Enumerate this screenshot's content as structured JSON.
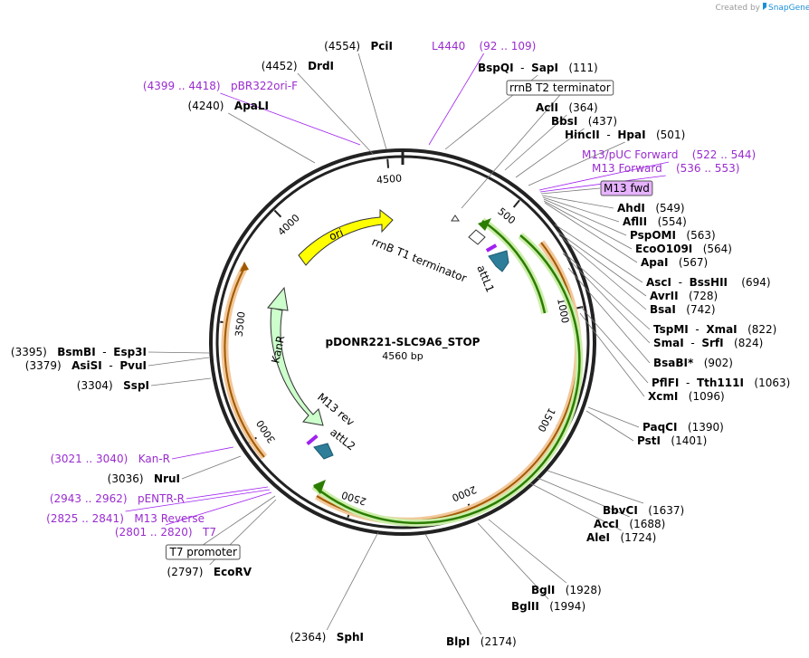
{
  "brand": {
    "created_by": "Created by",
    "name": "SnapGene",
    "accent": "#1a8fd8"
  },
  "plasmid": {
    "name": "pDONR221-SLC9A6_STOP",
    "size_label": "4560 bp",
    "size": 4560
  },
  "ruler_ticks": [
    {
      "pos": 500,
      "label": "500"
    },
    {
      "pos": 1000,
      "label": "1000"
    },
    {
      "pos": 1500,
      "label": "1500"
    },
    {
      "pos": 2000,
      "label": "2000"
    },
    {
      "pos": 2500,
      "label": "2500"
    },
    {
      "pos": 3000,
      "label": "3000"
    },
    {
      "pos": 3500,
      "label": "3500"
    },
    {
      "pos": 4000,
      "label": "4000"
    },
    {
      "pos": 4500,
      "label": "4500"
    }
  ],
  "features": [
    {
      "name": "ori",
      "color": "#ffff00"
    },
    {
      "name": "KanR",
      "color": "#ccffcc"
    },
    {
      "name": "rrnB T1 terminator",
      "color": "#ffffff"
    },
    {
      "name": "attL1",
      "color": "#2e7d99"
    },
    {
      "name": "attL2",
      "color": "#2e7d99"
    },
    {
      "name": "M13 rev",
      "color": "#a020f0"
    }
  ],
  "right_labels": [
    {
      "id": "bspqi",
      "parts": [
        {
          "t": "BspQI",
          "k": "enz"
        },
        {
          "t": "  -  "
        },
        {
          "t": "SapI",
          "k": "enz"
        },
        {
          "t": "   (111)"
        }
      ]
    },
    {
      "id": "rrnb-t2",
      "parts": [
        {
          "t": "rrnB T2 terminator",
          "k": "box"
        }
      ]
    },
    {
      "id": "acli",
      "parts": [
        {
          "t": "AclI",
          "k": "enz"
        },
        {
          "t": "   (364)"
        }
      ]
    },
    {
      "id": "bbsi",
      "parts": [
        {
          "t": "BbsI",
          "k": "enz"
        },
        {
          "t": "   (437)"
        }
      ]
    },
    {
      "id": "hincii",
      "parts": [
        {
          "t": "HincII",
          "k": "enz"
        },
        {
          "t": "  -  "
        },
        {
          "t": "HpaI",
          "k": "enz"
        },
        {
          "t": "   (501)"
        }
      ]
    },
    {
      "id": "m13puc",
      "parts": [
        {
          "t": "M13/pUC Forward",
          "k": "primer"
        },
        {
          "t": "    (522 .. 544)",
          "k": "primer"
        }
      ]
    },
    {
      "id": "m13fwdp",
      "parts": [
        {
          "t": "M13 Forward",
          "k": "primer"
        },
        {
          "t": "    (536 .. 553)",
          "k": "primer"
        }
      ]
    },
    {
      "id": "m13fwd",
      "parts": [
        {
          "t": "M13 fwd",
          "k": "boxp"
        }
      ]
    },
    {
      "id": "ahdi",
      "parts": [
        {
          "t": "AhdI",
          "k": "enz"
        },
        {
          "t": "   (549)"
        }
      ]
    },
    {
      "id": "aflii",
      "parts": [
        {
          "t": "AflII",
          "k": "enz"
        },
        {
          "t": "   (554)"
        }
      ]
    },
    {
      "id": "pspomi",
      "parts": [
        {
          "t": "PspOMI",
          "k": "enz"
        },
        {
          "t": "   (563)"
        }
      ]
    },
    {
      "id": "ecoo109i",
      "parts": [
        {
          "t": "EcoO109I",
          "k": "enz"
        },
        {
          "t": "   (564)"
        }
      ]
    },
    {
      "id": "apai",
      "parts": [
        {
          "t": "ApaI",
          "k": "enz"
        },
        {
          "t": "   (567)"
        }
      ]
    },
    {
      "id": "asci",
      "parts": [
        {
          "t": "AscI",
          "k": "enz"
        },
        {
          "t": "  -  "
        },
        {
          "t": "BssHII",
          "k": "enz"
        },
        {
          "t": "    (694)"
        }
      ]
    },
    {
      "id": "avrii",
      "parts": [
        {
          "t": "AvrII",
          "k": "enz"
        },
        {
          "t": "   (728)"
        }
      ]
    },
    {
      "id": "bsai",
      "parts": [
        {
          "t": "BsaI",
          "k": "enz"
        },
        {
          "t": "   (742)"
        }
      ]
    },
    {
      "id": "tspmi",
      "parts": [
        {
          "t": "TspMI",
          "k": "enz"
        },
        {
          "t": "  -  "
        },
        {
          "t": "XmaI",
          "k": "enz"
        },
        {
          "t": "   (822)"
        }
      ]
    },
    {
      "id": "smai",
      "parts": [
        {
          "t": "SmaI",
          "k": "enz"
        },
        {
          "t": "  -  "
        },
        {
          "t": "SrfI",
          "k": "enz"
        },
        {
          "t": "   (824)"
        }
      ]
    },
    {
      "id": "bsabi",
      "parts": [
        {
          "t": "BsaBI",
          "k": "enz"
        },
        {
          "t": "*",
          "k": "enz"
        },
        {
          "t": "   (902)"
        }
      ]
    },
    {
      "id": "pflfi",
      "parts": [
        {
          "t": "PflFI",
          "k": "enz"
        },
        {
          "t": "  -  "
        },
        {
          "t": "Tth111I",
          "k": "enz"
        },
        {
          "t": "   (1063)"
        }
      ]
    },
    {
      "id": "xcmi",
      "parts": [
        {
          "t": "XcmI",
          "k": "enz"
        },
        {
          "t": "   (1096)"
        }
      ]
    },
    {
      "id": "paqci",
      "parts": [
        {
          "t": "PaqCI",
          "k": "enz"
        },
        {
          "t": "   (1390)"
        }
      ]
    },
    {
      "id": "psti",
      "parts": [
        {
          "t": "PstI",
          "k": "enz"
        },
        {
          "t": "   (1401)"
        }
      ]
    },
    {
      "id": "bbvci",
      "parts": [
        {
          "t": "BbvCI",
          "k": "enz"
        },
        {
          "t": "   (1637)"
        }
      ]
    },
    {
      "id": "acci",
      "parts": [
        {
          "t": "AccI",
          "k": "enz"
        },
        {
          "t": "   (1688)"
        }
      ]
    },
    {
      "id": "alei",
      "parts": [
        {
          "t": "AleI",
          "k": "enz"
        },
        {
          "t": "   (1724)"
        }
      ]
    },
    {
      "id": "bgli",
      "parts": [
        {
          "t": "BglI",
          "k": "enz"
        },
        {
          "t": "   (1928)"
        }
      ]
    },
    {
      "id": "bglii",
      "parts": [
        {
          "t": "BglII",
          "k": "enz"
        },
        {
          "t": "   (1994)"
        }
      ]
    },
    {
      "id": "blpi",
      "parts": [
        {
          "t": "BlpI",
          "k": "enz"
        },
        {
          "t": "   (2174)"
        }
      ]
    }
  ],
  "left_labels": [
    {
      "id": "pcii",
      "parts": [
        {
          "t": "(4554)   "
        },
        {
          "t": "PciI",
          "k": "enz"
        }
      ]
    },
    {
      "id": "l4440",
      "parts": [
        {
          "t": "L4440",
          "k": "primer"
        },
        {
          "t": "    (92 .. 109)",
          "k": "primer"
        }
      ]
    },
    {
      "id": "drdi",
      "parts": [
        {
          "t": "(4452)   "
        },
        {
          "t": "DrdI",
          "k": "enz"
        }
      ]
    },
    {
      "id": "pbr322",
      "parts": [
        {
          "t": "(4399 .. 4418)",
          "k": "primer"
        },
        {
          "t": "   pBR322ori-F",
          "k": "primer"
        }
      ]
    },
    {
      "id": "apali",
      "parts": [
        {
          "t": "(4240)   "
        },
        {
          "t": "ApaLI",
          "k": "enz"
        }
      ]
    },
    {
      "id": "bsmbi",
      "parts": [
        {
          "t": "(3395)   "
        },
        {
          "t": "BsmBI",
          "k": "enz"
        },
        {
          "t": "  -  "
        },
        {
          "t": "Esp3I",
          "k": "enz"
        }
      ]
    },
    {
      "id": "asisi",
      "parts": [
        {
          "t": "(3379)   "
        },
        {
          "t": "AsiSI",
          "k": "enz"
        },
        {
          "t": "  -  "
        },
        {
          "t": "PvuI",
          "k": "enz"
        }
      ]
    },
    {
      "id": "sspi",
      "parts": [
        {
          "t": "(3304)   "
        },
        {
          "t": "SspI",
          "k": "enz"
        }
      ]
    },
    {
      "id": "kanr-p",
      "parts": [
        {
          "t": "(3021 .. 3040)",
          "k": "primer"
        },
        {
          "t": "   Kan-R",
          "k": "primer"
        }
      ]
    },
    {
      "id": "nrui",
      "parts": [
        {
          "t": "(3036)   "
        },
        {
          "t": "NruI",
          "k": "enz"
        }
      ]
    },
    {
      "id": "pentr",
      "parts": [
        {
          "t": "(2943 .. 2962)",
          "k": "primer"
        },
        {
          "t": "   pENTR-R",
          "k": "primer"
        }
      ]
    },
    {
      "id": "m13rev",
      "parts": [
        {
          "t": "(2825 .. 2841)",
          "k": "primer"
        },
        {
          "t": "   M13 Reverse",
          "k": "primer"
        }
      ]
    },
    {
      "id": "t7",
      "parts": [
        {
          "t": "(2801 .. 2820)",
          "k": "primer"
        },
        {
          "t": "   T7",
          "k": "primer"
        }
      ]
    },
    {
      "id": "t7prom",
      "parts": [
        {
          "t": "T7 promoter",
          "k": "box"
        }
      ]
    },
    {
      "id": "ecorv",
      "parts": [
        {
          "t": "(2797)   "
        },
        {
          "t": "EcoRV",
          "k": "enz"
        }
      ]
    },
    {
      "id": "sphi",
      "parts": [
        {
          "t": "(2364)   "
        },
        {
          "t": "SphI",
          "k": "enz"
        }
      ]
    }
  ]
}
